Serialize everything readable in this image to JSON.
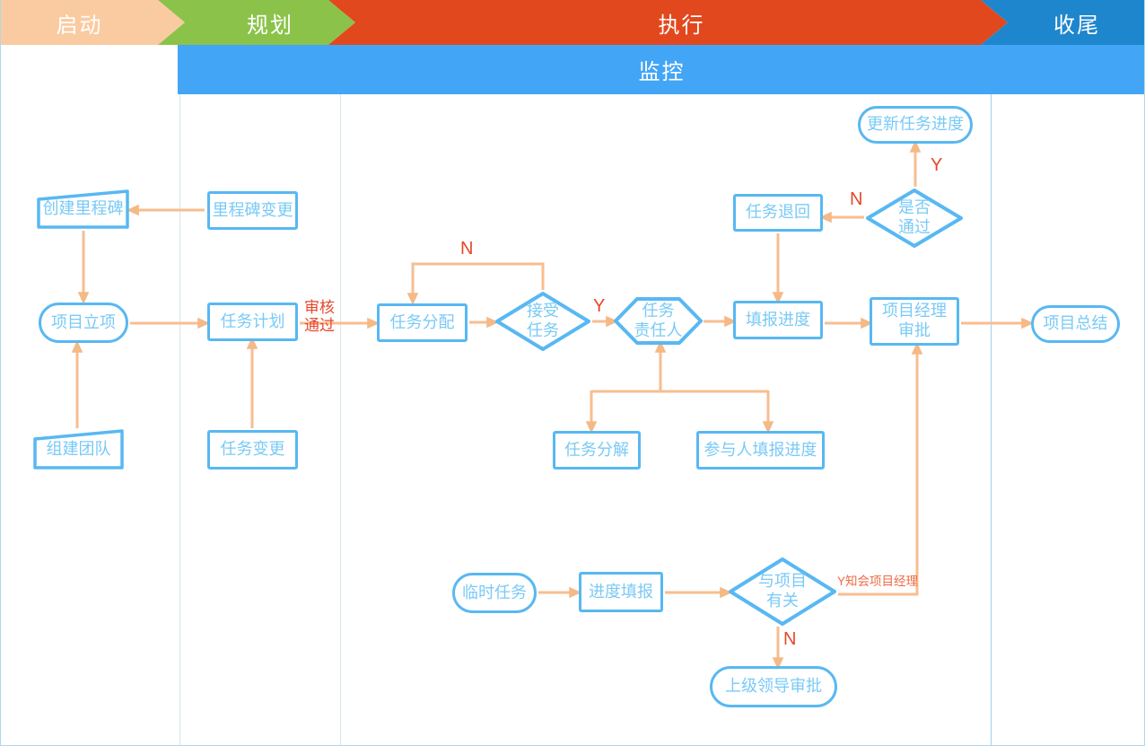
{
  "palette": {
    "phase_initiation": "#FACBA0",
    "phase_planning": "#8BC34A",
    "phase_execution": "#E2481D",
    "phase_closing": "#1E86CD",
    "monitor_bar": "#42A5F5",
    "node_border": "#58B8F2",
    "node_text": "#79CAF6",
    "arrow": "#F7BE90",
    "branch_label_red": "#E5472B",
    "lane_line": "#D7E5ED"
  },
  "phases": [
    {
      "label": "启动"
    },
    {
      "label": "规划"
    },
    {
      "label": "执行"
    },
    {
      "label": "收尾"
    }
  ],
  "monitor": {
    "label": "监控"
  },
  "nodes": {
    "create_milestone": "创建里程碑",
    "milestone_change": "里程碑变更",
    "project_initiation": "项目立项",
    "build_team": "组建团队",
    "task_plan": "任务计划",
    "task_change": "任务变更",
    "task_assign": "任务分配",
    "accept_task": "接受\n任务",
    "task_owner": "任务\n责任人",
    "fill_progress": "填报进度",
    "task_return": "任务退回",
    "pass_decision": "是否\n通过",
    "update_progress": "更新任务进度",
    "pm_approval": "项目经理\n审批",
    "project_summary": "项目总结",
    "task_breakdown": "任务分解",
    "participant_progress": "参与人填报进度",
    "temp_task": "临时任务",
    "progress_report": "进度填报",
    "related_decision": "与项目\n有关",
    "leader_approval": "上级领导审批"
  },
  "edge_labels": {
    "review_pass": "审核\n通过",
    "loop_n": "N",
    "accept_y": "Y",
    "pass_n": "N",
    "pass_y": "Y",
    "related_y": "Y知会项目经理",
    "related_n": "N"
  }
}
